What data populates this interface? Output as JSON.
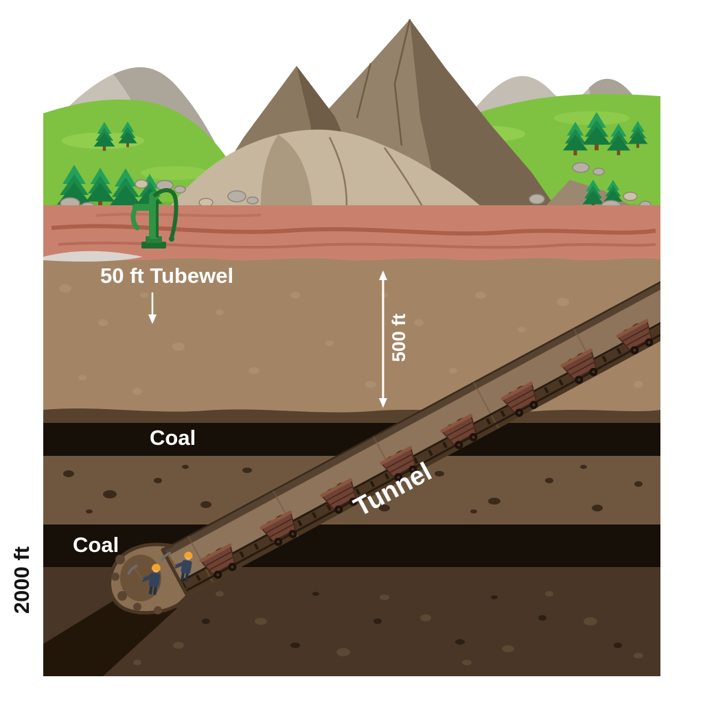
{
  "diagram": {
    "labels": {
      "tubewell": "50 ft Tubewel",
      "depth_500": "500 ft",
      "coal_upper": "Coal",
      "coal_lower": "Coal",
      "tunnel": "Tunnel",
      "depth_2000": "2000 ft"
    },
    "colors": {
      "grass": "#7fc241",
      "mountain": "#95826a",
      "topsoil_pink": "#c9816e",
      "soil_tan": "#a38565",
      "coal": "#171008",
      "mid_layer": "#6f573f",
      "deep_layer": "#4a3626",
      "tunnel": "#8d745a",
      "pump_green": "#2f9444",
      "helmet": "#f2a52a"
    }
  }
}
